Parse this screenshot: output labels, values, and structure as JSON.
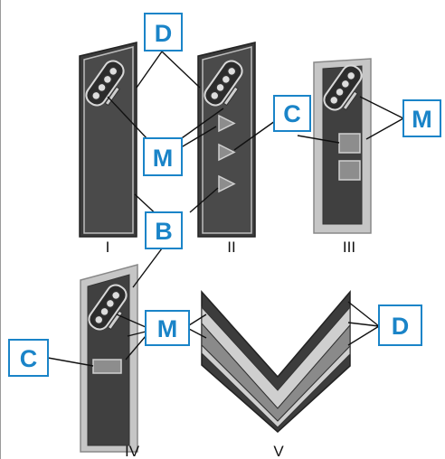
{
  "callouts": {
    "d_top": "D",
    "m_top": "M",
    "c_top": "C",
    "m_right": "M",
    "b_mid": "B",
    "m_bottom": "M",
    "c_left": "C",
    "d_right": "D"
  },
  "panels": {
    "p1": "I",
    "p2": "II",
    "p3": "III",
    "p4": "IV",
    "p5": "V"
  },
  "colors": {
    "panel_dark": "#3b3b3b",
    "panel_border": "#bdbdbd",
    "callout_border": "#1a84c8",
    "callout_text": "#1a84c8"
  }
}
